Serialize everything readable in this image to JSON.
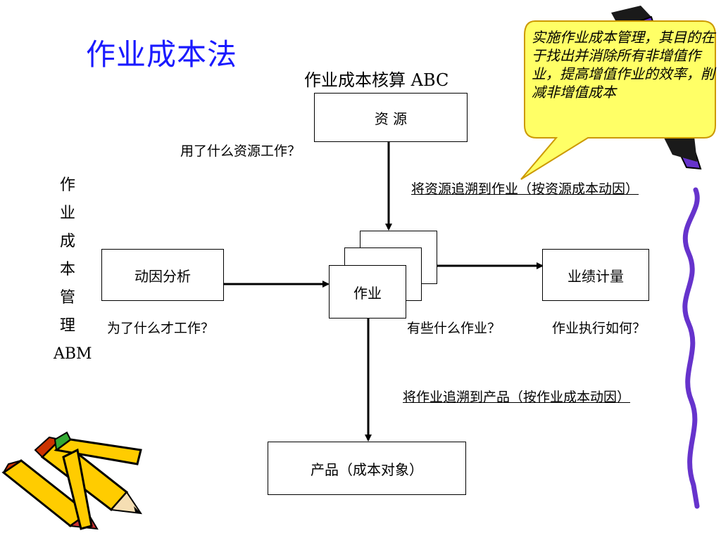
{
  "page_title": "作业成本法",
  "abc_title": "作业成本核算 ABC",
  "abm_vertical": [
    "作",
    "业",
    "成",
    "本",
    "管",
    "理",
    "ABM"
  ],
  "boxes": {
    "resources": "资 源",
    "driver_analysis": "动因分析",
    "activity": "作业",
    "performance": "业绩计量",
    "product": "产品（成本对象）"
  },
  "questions": {
    "resources": "用了什么资源工作？",
    "driver": "为了什么才工作？",
    "activity": "有些什么作业？",
    "performance": "作业执行如何？"
  },
  "trace_labels": {
    "resource_to_activity": "将资源追溯到作业（按资源成本动因）",
    "activity_to_product": "将作业追溯到产品（按作业成本动因）"
  },
  "callout": "实施作业成本管理，其目的在于找出并消除所有非增值作业，提高增值作业的效率，削减非增值成本",
  "colors": {
    "title": "#1a1aff",
    "callout_fill": "#ffff66",
    "right_border": "#6633cc"
  },
  "icons": [
    "pencil-icon",
    "crayon-icon",
    "pencil-clip-icon"
  ]
}
